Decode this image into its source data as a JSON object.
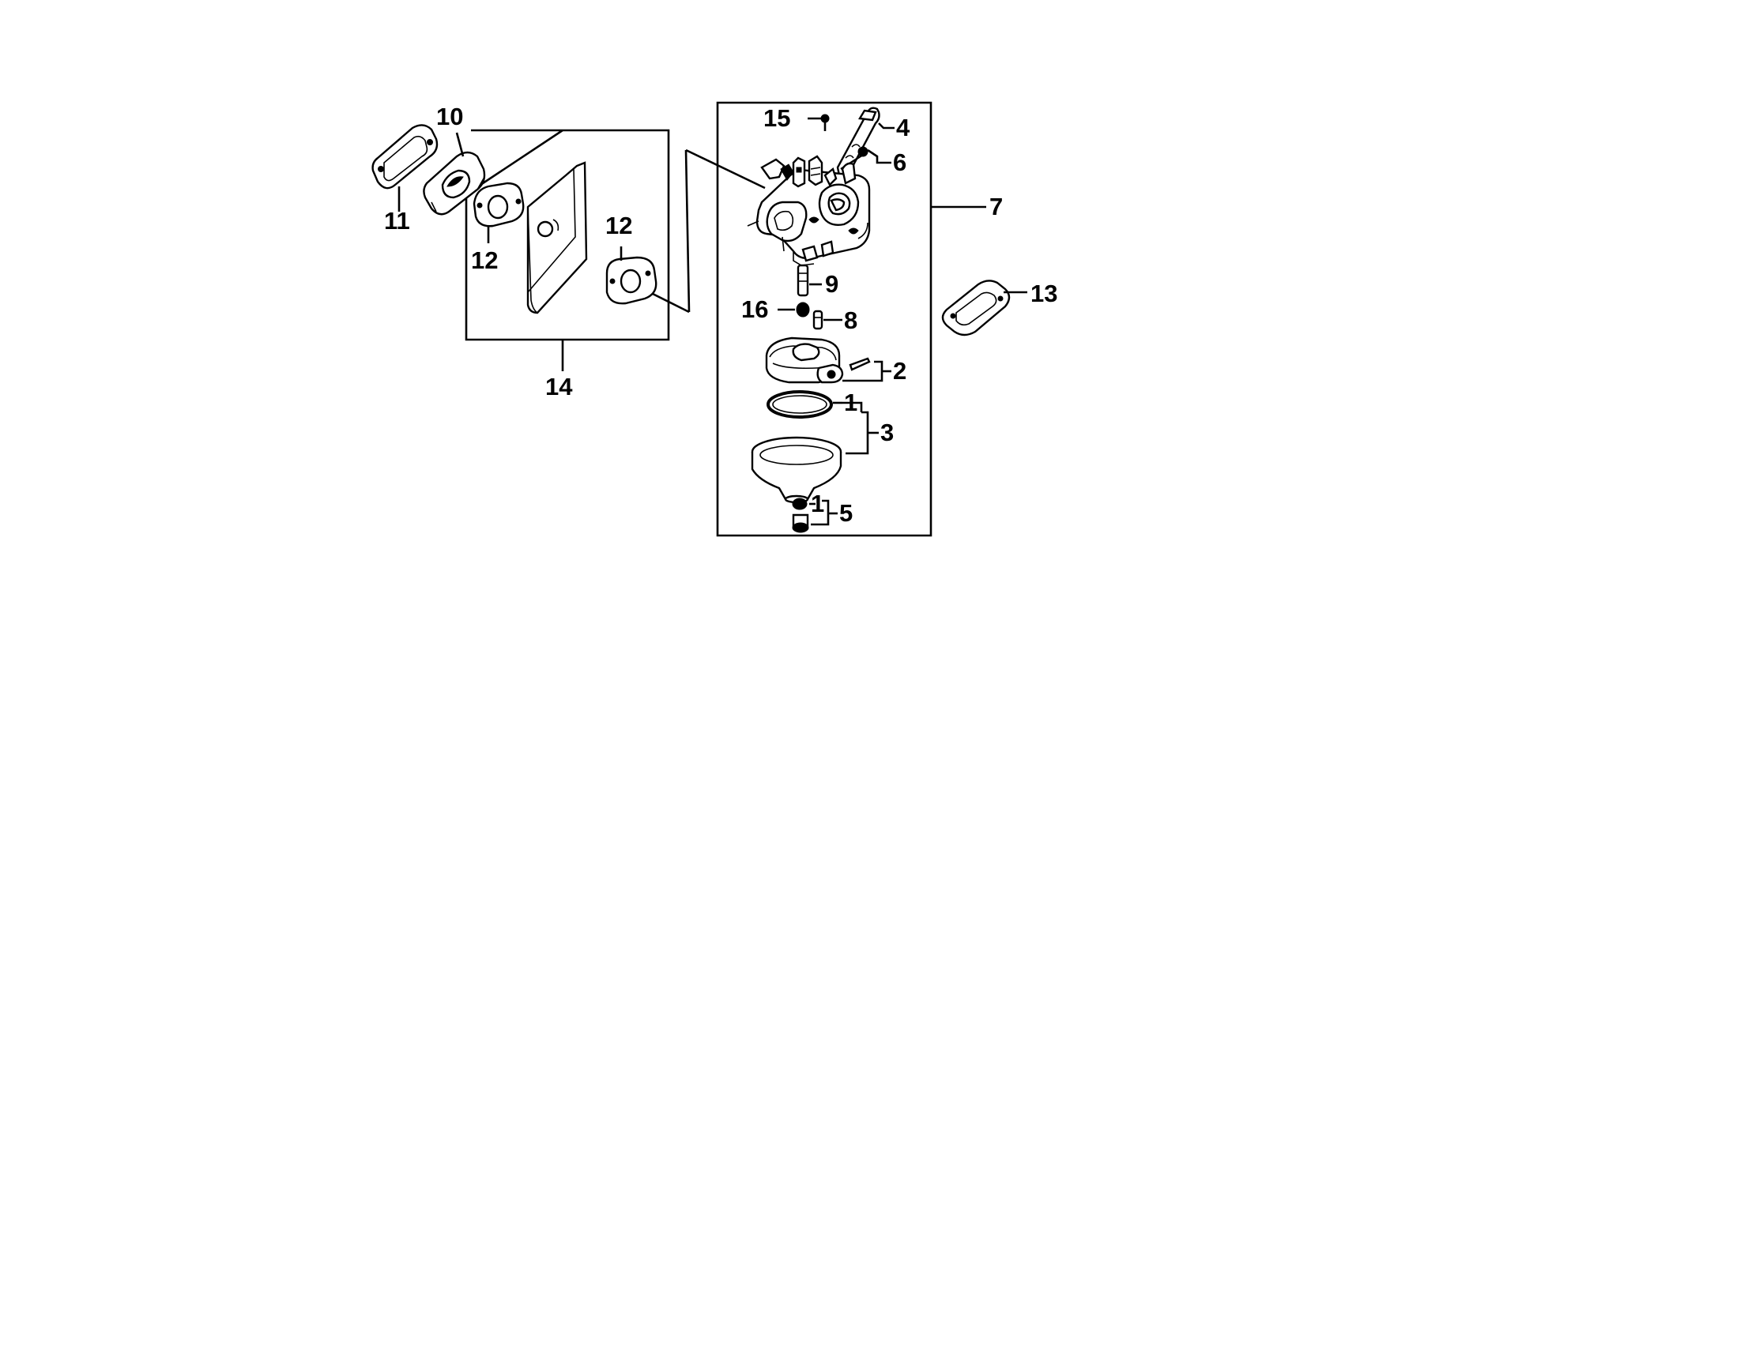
{
  "diagram": {
    "callouts": {
      "c1a": "1",
      "c1b": "1",
      "c2": "2",
      "c3": "3",
      "c4": "4",
      "c5": "5",
      "c6": "6",
      "c7": "7",
      "c8": "8",
      "c9": "9",
      "c10": "10",
      "c11": "11",
      "c12a": "12",
      "c12b": "12",
      "c13": "13",
      "c14": "14",
      "c15": "15",
      "c16": "16"
    },
    "parts": [
      "gasket-11",
      "insulator-10",
      "gasket-12-left",
      "heat-shield-14",
      "gasket-12-right",
      "carburetor-body",
      "screw-15",
      "lever-4",
      "screw-6",
      "jet-9",
      "o-ring-16",
      "jet-8",
      "float",
      "float-pin-2",
      "o-ring-1",
      "float-bowl-3",
      "washer-1",
      "bolt-5",
      "gasket-13"
    ]
  }
}
